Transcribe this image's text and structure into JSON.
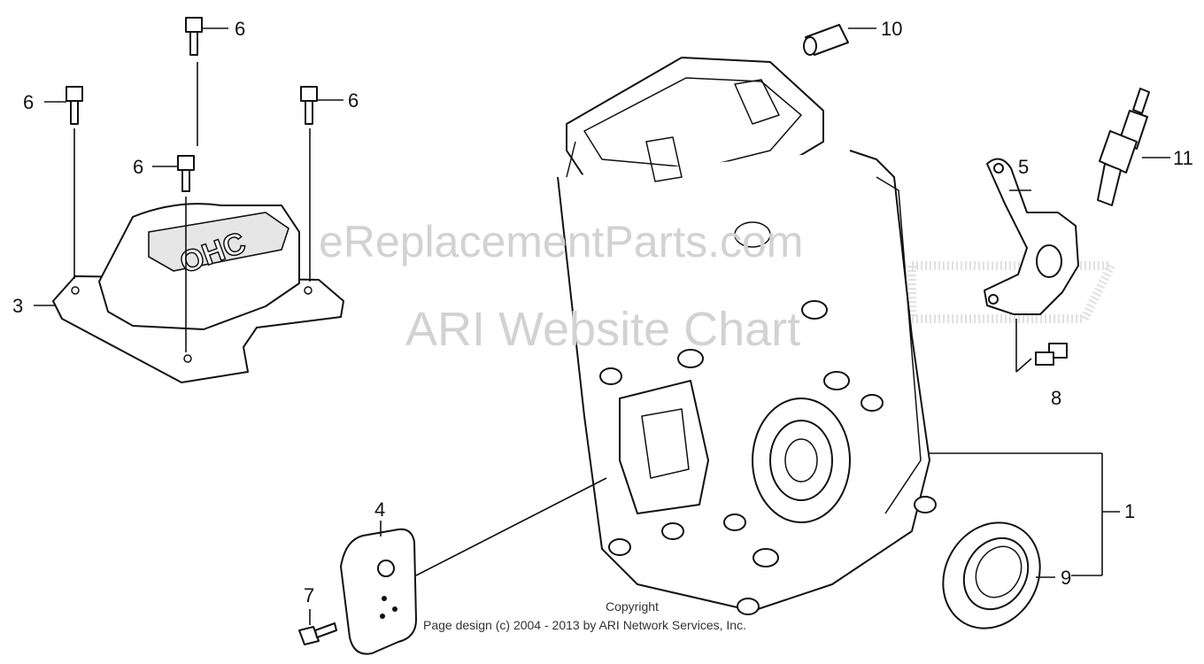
{
  "diagram": {
    "callouts": {
      "c1": "1",
      "c3": "3",
      "c4": "4",
      "c5": "5",
      "c6a": "6",
      "c6b": "6",
      "c6c": "6",
      "c6d": "6",
      "c7": "7",
      "c8": "8",
      "c9": "9",
      "c10": "10",
      "c11": "11"
    },
    "watermark": {
      "line1": "eReplacementParts.com",
      "line2": "ARI Website Chart"
    },
    "valve_cover_emblem": "OHC",
    "copyright": {
      "line1": "Copyright",
      "line2": "Page design (c) 2004 - 2013 by ARI Network Services, Inc."
    }
  }
}
